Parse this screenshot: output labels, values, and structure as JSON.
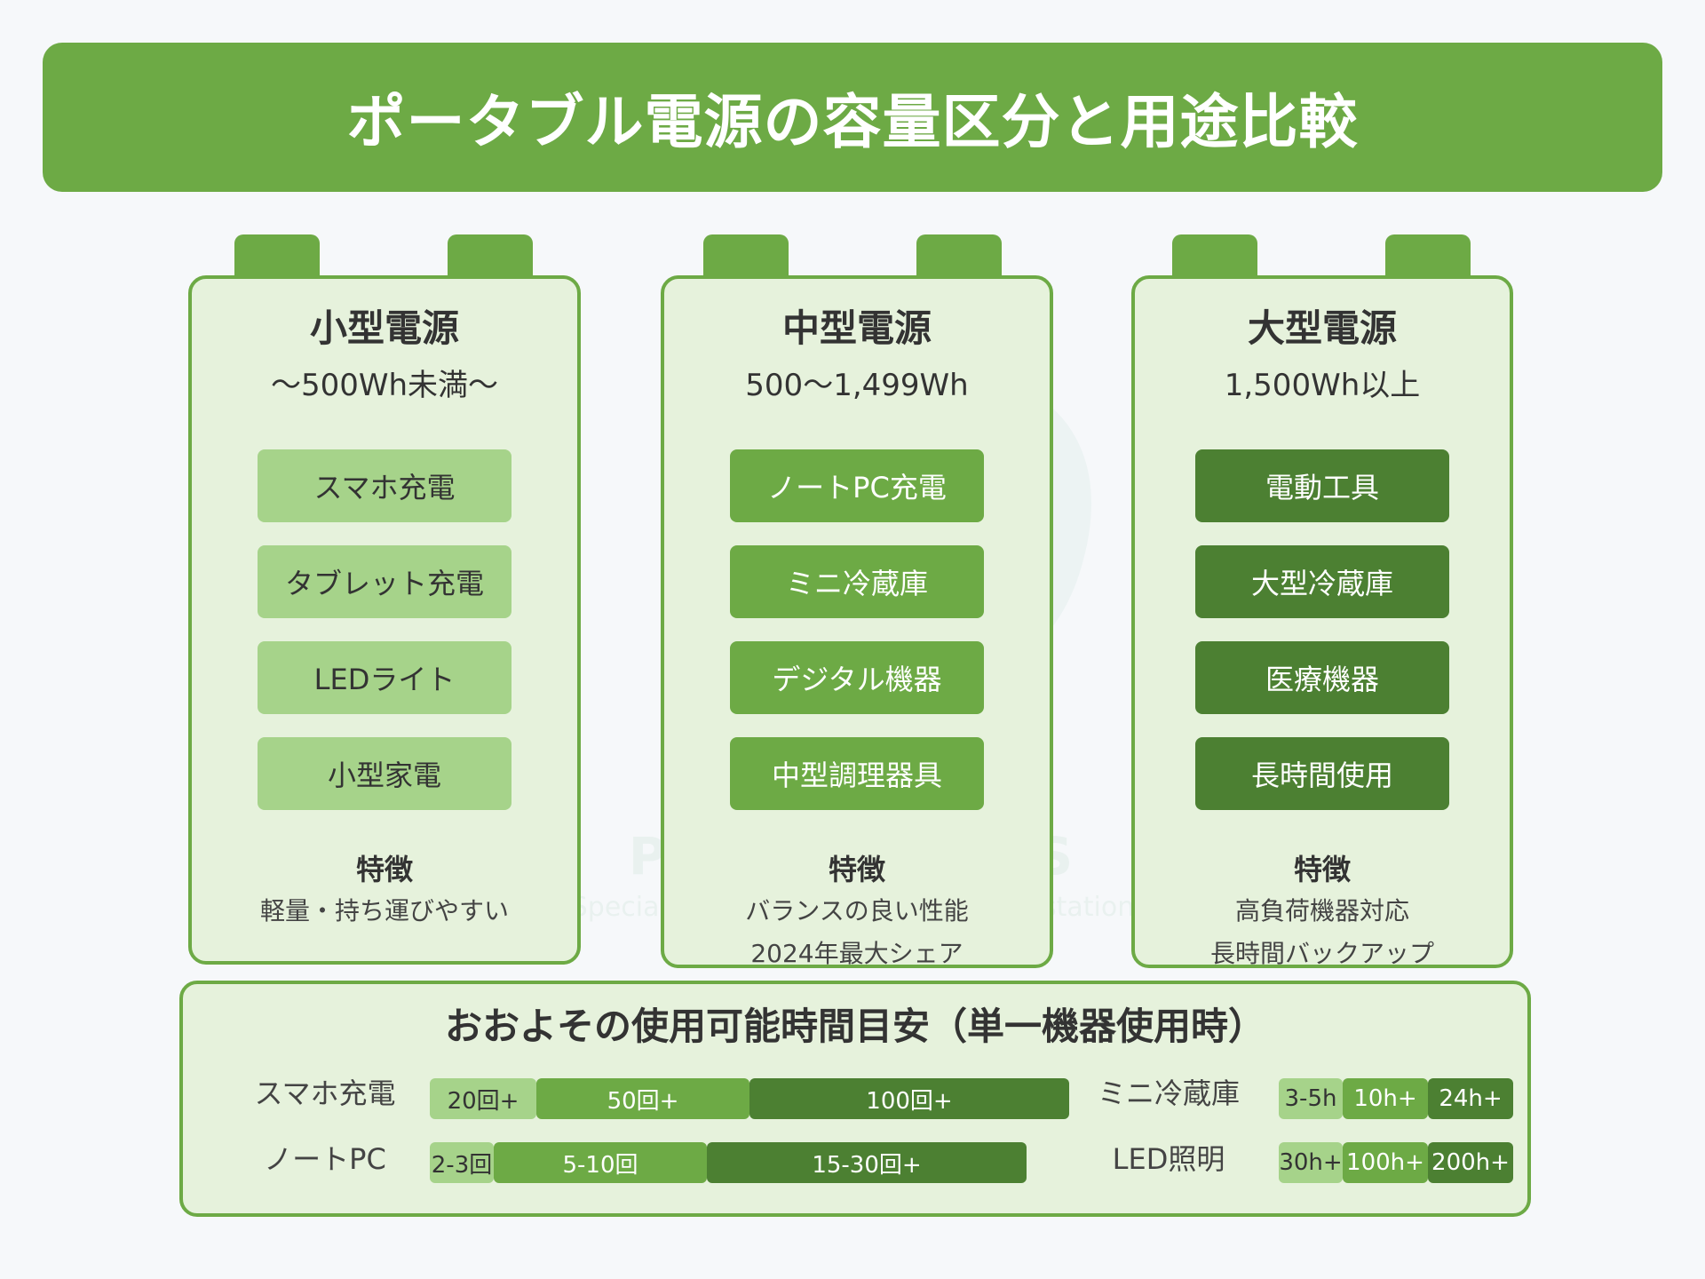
{
  "title": "ポータブル電源の容量区分と用途比較",
  "watermark": {
    "brand": "POWERBANKS",
    "tagline": "Specialized site for portable power station"
  },
  "colors": {
    "primary": "#6daa45",
    "light_panel": "#e6f2dc",
    "tier_small": "#a6d38a",
    "tier_medium": "#6daa45",
    "tier_large": "#4c8032"
  },
  "capacities": [
    {
      "name": "小型電源",
      "range": "～500Wh未満～",
      "uses": [
        "スマホ充電",
        "タブレット充電",
        "LEDライト",
        "小型家電"
      ],
      "features_heading": "特徴",
      "features": [
        "軽量・持ち運びやすい"
      ]
    },
    {
      "name": "中型電源",
      "range": "500～1,499Wh",
      "uses": [
        "ノートPC充電",
        "ミニ冷蔵庫",
        "デジタル機器",
        "中型調理器具"
      ],
      "features_heading": "特徴",
      "features": [
        "バランスの良い性能",
        "2024年最大シェア"
      ]
    },
    {
      "name": "大型電源",
      "range": "1,500Wh以上",
      "uses": [
        "電動工具",
        "大型冷蔵庫",
        "医療機器",
        "長時間使用"
      ],
      "features_heading": "特徴",
      "features": [
        "高負荷機器対応",
        "長時間バックアップ"
      ]
    }
  ],
  "runtime": {
    "title": "おおよその使用可能時間目安（単一機器使用時）",
    "rows": [
      {
        "label": "スマホ充電",
        "values": [
          "20回+",
          "50回+",
          "100回+"
        ]
      },
      {
        "label": "ノートPC",
        "values": [
          "2-3回",
          "5-10回",
          "15-30回+"
        ]
      },
      {
        "label": "ミニ冷蔵庫",
        "values": [
          "3-5h",
          "10h+",
          "24h+"
        ]
      },
      {
        "label": "LED照明",
        "values": [
          "30h+",
          "100h+",
          "200h+"
        ]
      }
    ]
  }
}
